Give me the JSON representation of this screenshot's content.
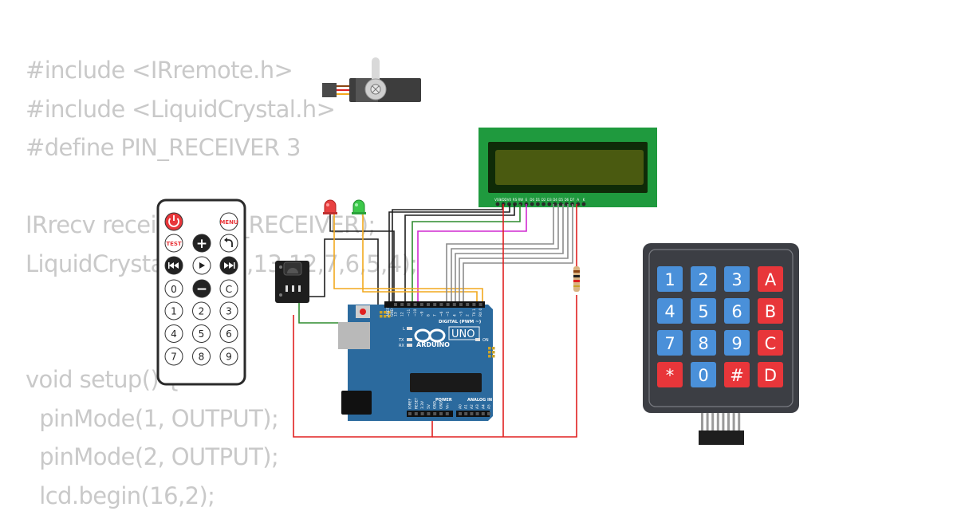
{
  "code_lines": [
    "#include <IRremote.h>",
    "#include <LiquidCrystal.h>",
    "#define PIN_RECEIVER 3",
    "",
    "IRrecv receiver(PIN_RECEIVER);",
    "LiquidCrystal lcd(12,13,12,7,6,5,4);",
    "",
    "",
    "void setup() {",
    "  pinMode(1, OUTPUT);",
    "  pinMode(2, OUTPUT);",
    "  lcd.begin(16,2);"
  ],
  "remote": {
    "power_icon": "power-icon",
    "menu": "MENU",
    "test": "TEST",
    "plus": "+",
    "back_icon": "return-arrow-icon",
    "prev_icon": "rewind-icon",
    "play_icon": "play-icon",
    "next_icon": "fast-forward-icon",
    "minus": "−",
    "zero": "0",
    "clear": "C",
    "digits": [
      "1",
      "2",
      "3",
      "4",
      "5",
      "6",
      "7",
      "8",
      "9"
    ]
  },
  "keypad": {
    "keys": [
      "1",
      "2",
      "3",
      "A",
      "4",
      "5",
      "6",
      "B",
      "7",
      "8",
      "9",
      "C",
      "*",
      "0",
      "#",
      "D"
    ]
  },
  "arduino": {
    "brand": "ARDUINO",
    "model": "UNO",
    "digital_label": "DIGITAL (PWM ~)",
    "power_label": "POWER",
    "analog_label": "ANALOG IN",
    "on_label": "ON",
    "l_label": "L",
    "tx_label": "TX",
    "rx_label": "RX",
    "aref": "AREF",
    "gnd": "GND",
    "digital_pins": [
      "13",
      "12",
      "~11",
      "~10",
      "~9",
      "8",
      "7",
      "~6",
      "~5",
      "4",
      "~3",
      "2",
      "TX 1",
      "RX 0"
    ],
    "power_pins": [
      "IOREF",
      "RESET",
      "3.3V",
      "5V",
      "GND",
      "GND",
      "Vin"
    ],
    "analog_pins": [
      "A0",
      "A1",
      "A2",
      "A3",
      "A4",
      "A5"
    ]
  },
  "lcd": {
    "pins": [
      "VSS",
      "VDD",
      "V0",
      "RS",
      "RW",
      "E",
      "D0",
      "D1",
      "D2",
      "D3",
      "D4",
      "D5",
      "D6",
      "D7",
      "A",
      "K"
    ]
  },
  "colors": {
    "code_text": "#c9c9c9",
    "arduino_board": "#2b6a9e",
    "lcd_pcb": "#1f9a3e",
    "lcd_screen": "#4a5a10",
    "keypad_body": "#3c3e44",
    "keypad_num": "#4a90d9",
    "keypad_alt": "#e8363a",
    "wire_black": "#1e1e1e",
    "wire_red": "#e02020",
    "wire_green": "#2e8b2e",
    "wire_orange": "#f2a91e",
    "wire_magenta": "#d02ad0",
    "wire_gray": "#8c8c8c"
  }
}
